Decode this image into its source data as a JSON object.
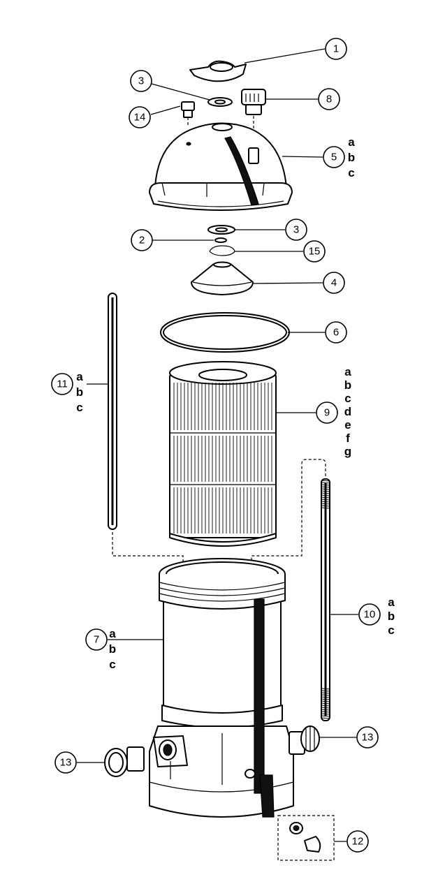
{
  "callouts": [
    {
      "id": "1",
      "variants": []
    },
    {
      "id": "2",
      "variants": []
    },
    {
      "id": "3",
      "variants": []
    },
    {
      "id": "3",
      "variants": []
    },
    {
      "id": "4",
      "variants": []
    },
    {
      "id": "5",
      "variants": [
        "a",
        "b",
        "c"
      ]
    },
    {
      "id": "6",
      "variants": []
    },
    {
      "id": "7",
      "variants": [
        "a",
        "b",
        "c"
      ]
    },
    {
      "id": "8",
      "variants": []
    },
    {
      "id": "9",
      "variants": [
        "a",
        "b",
        "c",
        "d",
        "e",
        "f",
        "g"
      ]
    },
    {
      "id": "10",
      "variants": [
        "a",
        "b",
        "c"
      ]
    },
    {
      "id": "11",
      "variants": [
        "a",
        "b",
        "c"
      ]
    },
    {
      "id": "12",
      "variants": []
    },
    {
      "id": "13",
      "variants": []
    },
    {
      "id": "13",
      "variants": []
    },
    {
      "id": "14",
      "variants": []
    },
    {
      "id": "15",
      "variants": []
    }
  ],
  "colors": {
    "line": "#000000",
    "background": "#ffffff"
  }
}
